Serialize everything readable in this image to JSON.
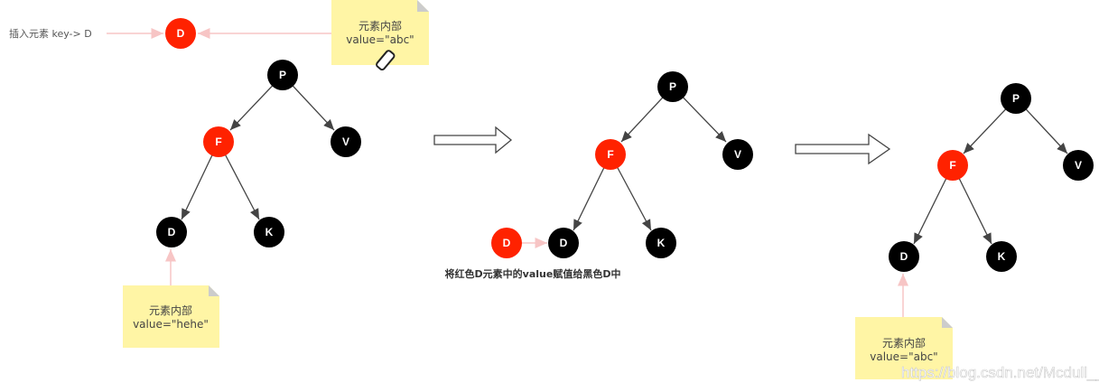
{
  "insert_label": "插入元素 key-> D",
  "caption": "将红色D元素中的value赋值给黑色D中",
  "watermark": "https://blog.csdn.net/Mcdull__",
  "notes": [
    {
      "title": "元素内部",
      "value": "value=\"abc\""
    },
    {
      "title": "元素内部",
      "value": "value=\"hehe\""
    },
    {
      "title": "元素内部",
      "value": "value=\"abc\""
    }
  ],
  "nodes": {
    "P": "P",
    "F": "F",
    "V": "V",
    "D": "D",
    "K": "K"
  },
  "colors": {
    "red": "#ff2200",
    "black": "#000000",
    "note": "#fff5a5",
    "link": "#f7c5c5"
  }
}
